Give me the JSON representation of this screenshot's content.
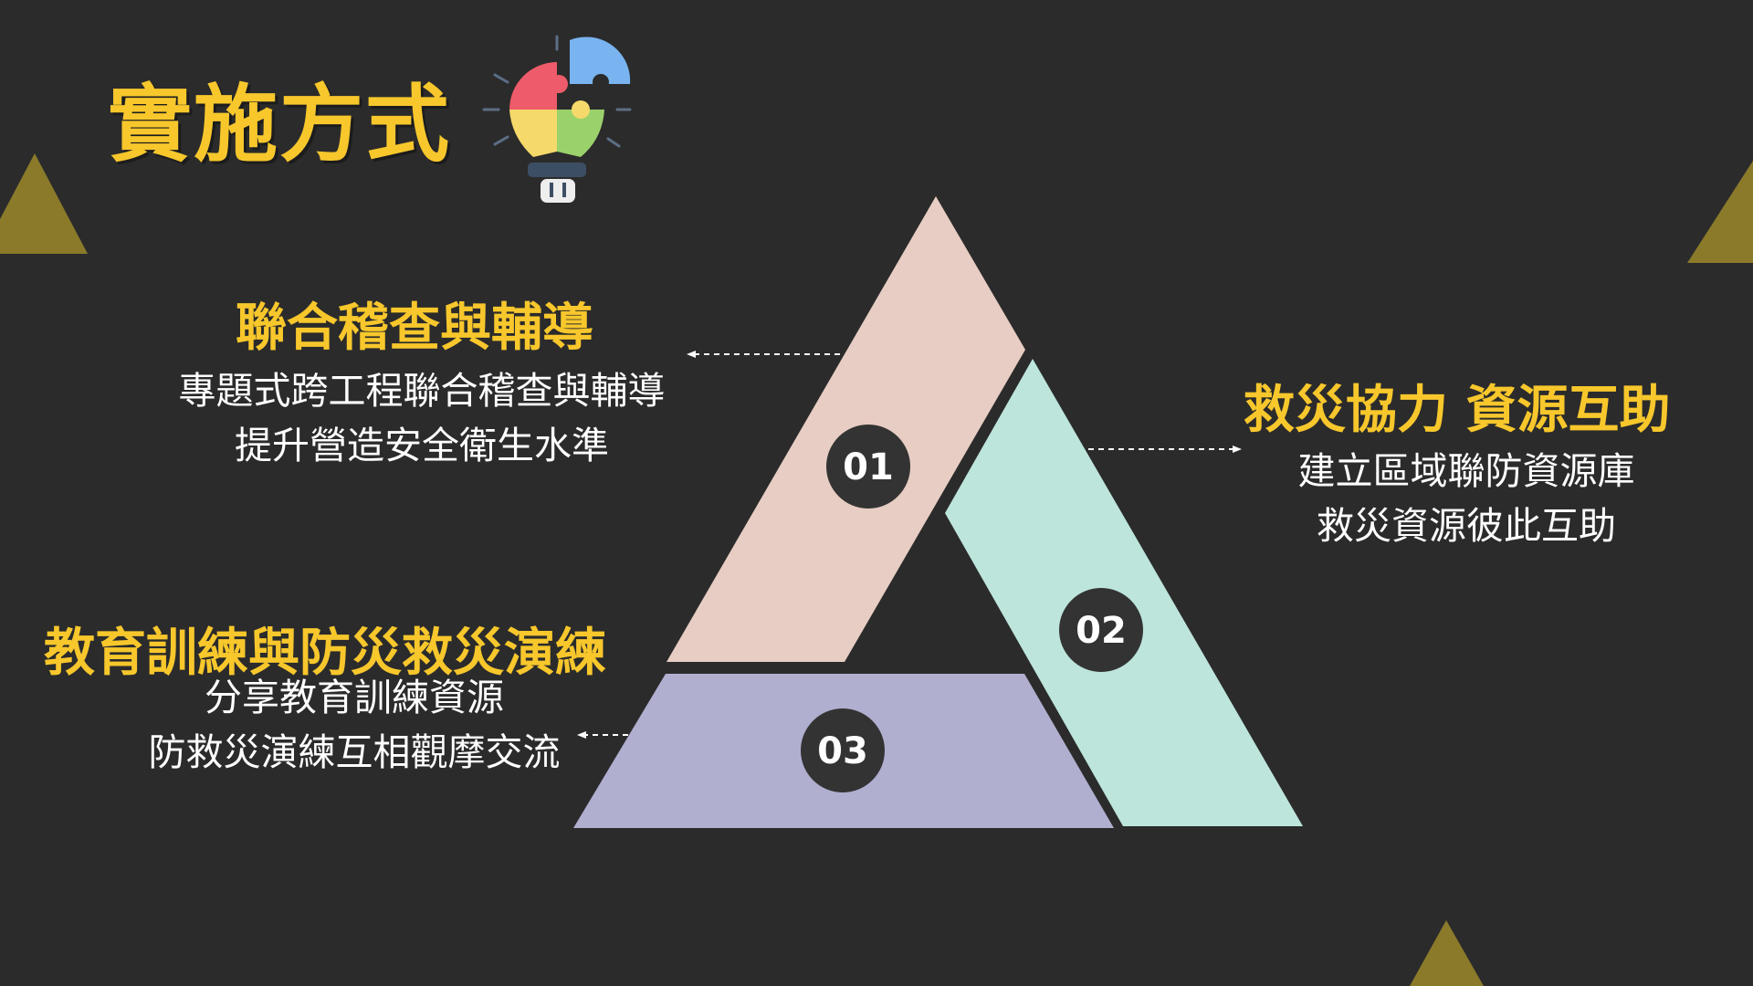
{
  "title": "實施方式",
  "sections": [
    {
      "number": "01",
      "heading": "聯合稽查與輔導",
      "lines": [
        "專題式跨工程聯合稽查與輔導",
        "提升營造安全衛生水準"
      ]
    },
    {
      "number": "02",
      "heading": "救災協力 資源互助",
      "lines": [
        "建立區域聯防資源庫",
        "救災資源彼此互助"
      ]
    },
    {
      "number": "03",
      "heading": "教育訓練與防災救災演練",
      "lines": [
        "分享教育訓練資源",
        "防救災演練互相觀摩交流"
      ]
    }
  ],
  "colors": {
    "background": "#2b2b2b",
    "accent": "#f7c72c",
    "segment_01": "#e7cdc3",
    "segment_02": "#bde5dc",
    "segment_03": "#b0afd0",
    "badge": "#333333",
    "corner_triangle": "#8a7a2a"
  },
  "icons": [
    "puzzle-lightbulb-icon"
  ]
}
